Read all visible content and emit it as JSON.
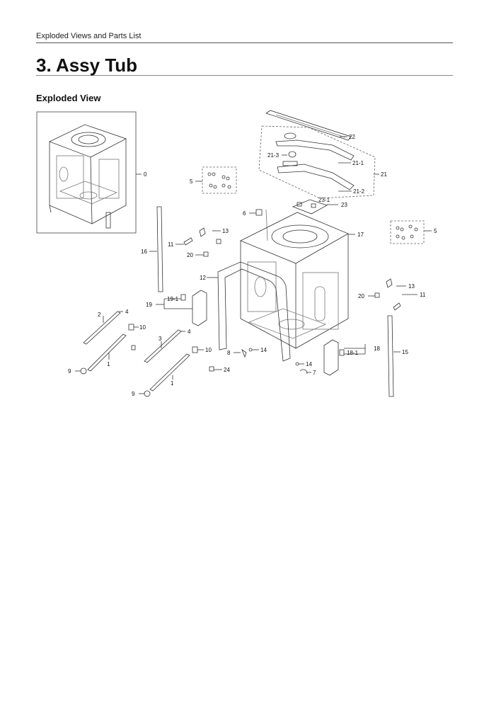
{
  "header": {
    "text": "Exploded Views and Parts List"
  },
  "title": "3.  Assy Tub",
  "subtitle": "Exploded View",
  "labels": {
    "p0": "0",
    "p1": "1",
    "p2": "2",
    "p3": "3",
    "p4": "4",
    "p5": "5",
    "p6": "6",
    "p7": "7",
    "p8": "8",
    "p9": "9",
    "p10": "10",
    "p11": "11",
    "p12": "12",
    "p13": "13",
    "p14": "14",
    "p15": "15",
    "p16": "16",
    "p17": "17",
    "p18": "18",
    "p18_1": "18-1",
    "p19": "19",
    "p19_1": "19-1",
    "p20": "20",
    "p21": "21",
    "p21_1": "21-1",
    "p21_2": "21-2",
    "p21_3": "21-3",
    "p22": "22",
    "p23": "23",
    "p23_1": "23-1",
    "p24": "24"
  }
}
